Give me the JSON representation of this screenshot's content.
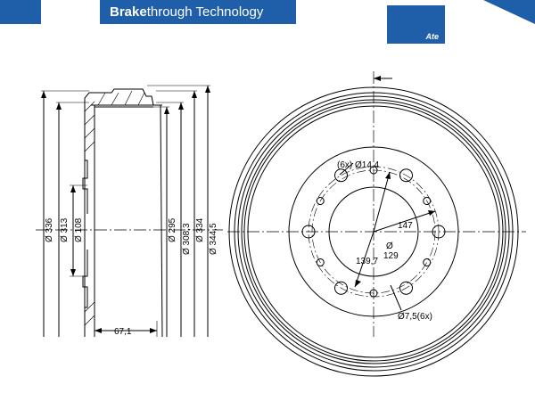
{
  "header": {
    "brand_bold": "Brake",
    "brand_rest": "through Technology",
    "logo_text": "Ate"
  },
  "colors": {
    "brand_blue": "#1f5ea8",
    "line": "#000000"
  },
  "side_view": {
    "dia_336": "Ø 336",
    "dia_313": "Ø 313",
    "dia_108": "Ø 108",
    "dia_295": "Ø 295",
    "dia_308": "Ø 308,3",
    "dia_334": "Ø 334",
    "dia_344": "Ø 344,5",
    "height": "67,1"
  },
  "front_view": {
    "bolt_holes_label": "(6x) Ø14,4",
    "pcd_147": "147",
    "pcd_139": "139,7",
    "dia_label": "Ø",
    "dia_129": "129",
    "small_holes_label": "Ø7,5(6x)"
  }
}
